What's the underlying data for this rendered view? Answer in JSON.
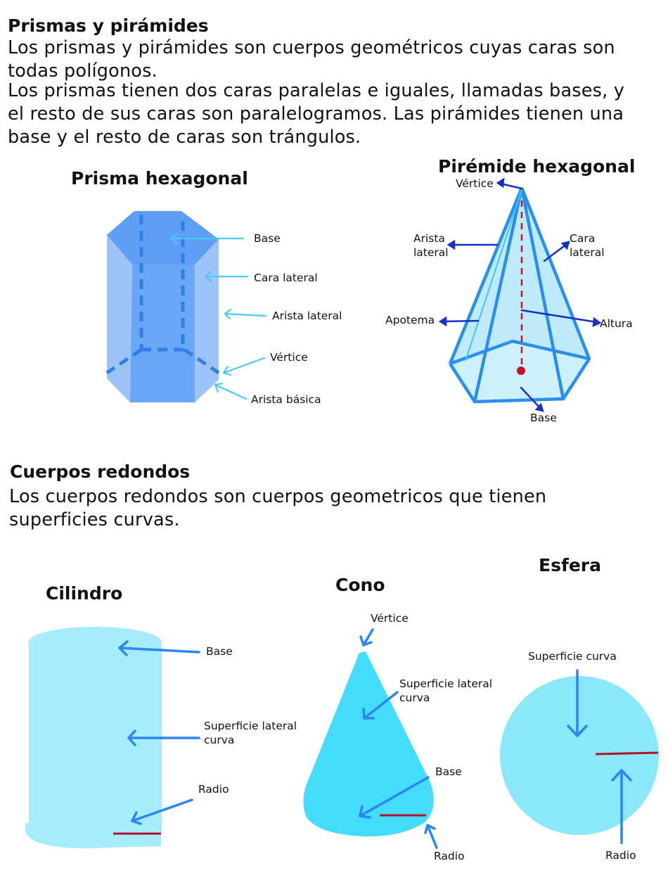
{
  "section1": {
    "title": "Prismas y pirámides",
    "para1_line1": "Los prismas y pirámides son cuerpos geométricos cuyas caras son",
    "para1_line2": "todas polígonos.",
    "para2_line1": "Los prismas tienen dos caras paralelas e iguales, llamadas bases, y",
    "para2_line2": "el resto de sus caras son paralelogramos. Las pirámides tienen una",
    "para2_line3": "base y el resto de caras son trángulos."
  },
  "prism": {
    "title": "Prisma hexagonal",
    "labels": {
      "base": "Base",
      "cara_lateral": "Cara lateral",
      "arista_lateral": "Arista lateral",
      "vertice": "Vértice",
      "arista_basica": "Arista básica"
    }
  },
  "pyramid": {
    "title": "Pirémide hexagonal",
    "labels": {
      "vertice": "Vértice",
      "arista_lateral_1": "Arista",
      "arista_lateral_2": "lateral",
      "cara_lateral_1": "Cara",
      "cara_lateral_2": "lateral",
      "apotema": "Apotema",
      "altura": "Altura",
      "base": "Base"
    }
  },
  "section2": {
    "title": "Cuerpos redondos",
    "para_line1": "Los cuerpos redondos son cuerpos geometricos que tienen",
    "para_line2": "superficies curvas."
  },
  "cylinder": {
    "title": "Cilindro",
    "labels": {
      "base": "Base",
      "superficie_1": "Superficie lateral",
      "superficie_2": "curva",
      "radio": "Radio"
    }
  },
  "cone": {
    "title": "Cono",
    "labels": {
      "vertice": "Vértice",
      "superficie_1": "Superficie lateral",
      "superficie_2": "curva",
      "base": "Base",
      "radio": "Radio"
    }
  },
  "sphere": {
    "title": "Esfera",
    "labels": {
      "superficie": "Superficie curva",
      "radio": "Radio"
    }
  },
  "colors": {
    "prism_fill": "#6aa8f7",
    "prism_edge": "#2f7fe8",
    "prism_arrow": "#4cc9f0",
    "pyramid_fill": "#cdf0fb",
    "pyramid_edge": "#2a8ef0",
    "pyramid_arrow": "#1530c8",
    "height_line": "#c4122b",
    "cylinder_fill": "#a6ecfa",
    "cone_fill": "#44dcfd",
    "sphere_fill": "#8be8fb",
    "round_arrow": "#2a86f2",
    "radius_line": "#b0122a"
  }
}
